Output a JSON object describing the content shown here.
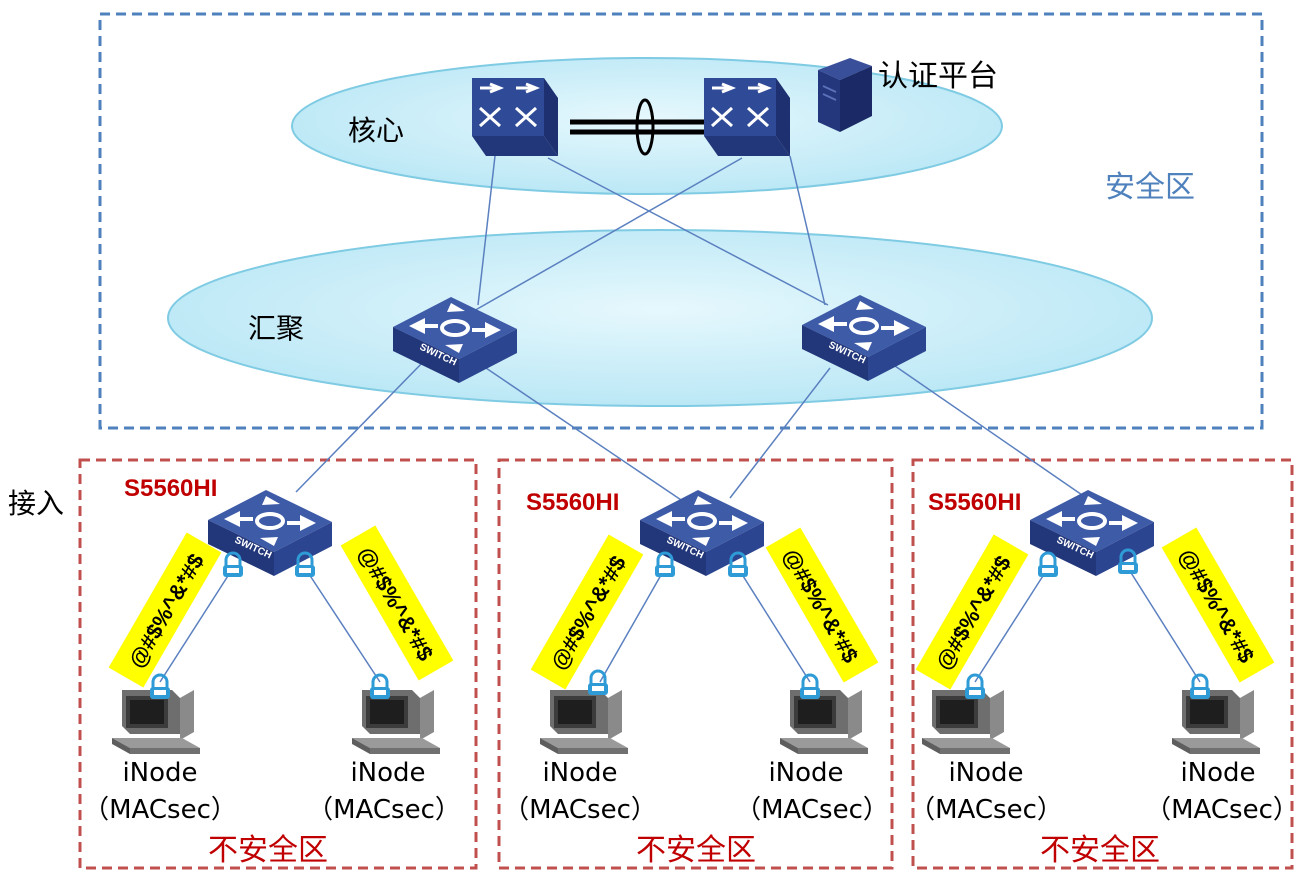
{
  "zones": {
    "secure": {
      "label": "安全区",
      "color": "#4F81BD"
    },
    "insecure": {
      "label": "不安全区",
      "color": "#C0504D"
    }
  },
  "layers": {
    "core": "核心",
    "aggregation": "汇聚",
    "access": "接入"
  },
  "auth_platform": "认证平台",
  "switch_caption": "SWITCH",
  "access_groups": [
    {
      "model": "S5560HI",
      "left_tag": "@#$%^&*#$",
      "right_tag": "@#$%^&*#$",
      "left_client": {
        "name": "iNode",
        "note": "（MACsec）"
      },
      "right_client": {
        "name": "iNode",
        "note": "（MACsec）"
      },
      "zone_label": "不安全区"
    },
    {
      "model": "S5560HI",
      "left_tag": "@#$%^&*#$",
      "right_tag": "@#$%^&*#$",
      "left_client": {
        "name": "iNode",
        "note": "（MACsec）"
      },
      "right_client": {
        "name": "iNode",
        "note": "（MACsec）"
      },
      "zone_label": "不安全区"
    },
    {
      "model": "S5560HI",
      "left_tag": "@#$%^&*#$",
      "right_tag": "@#$%^&*#$",
      "left_client": {
        "name": "iNode",
        "note": "（MACsec）"
      },
      "right_client": {
        "name": "iNode",
        "note": "（MACsec）"
      },
      "zone_label": "不安全区"
    }
  ],
  "colors": {
    "ellipse_fill": "#C9EEF9",
    "ellipse_stroke": "#7FCBE3",
    "switch_top": "#3E5BA8",
    "switch_side": "#22367A",
    "link": "#5B80C0",
    "model_label": "#C00000",
    "tag_fill": "#FFFF00",
    "lock": "#2E9BD6"
  }
}
